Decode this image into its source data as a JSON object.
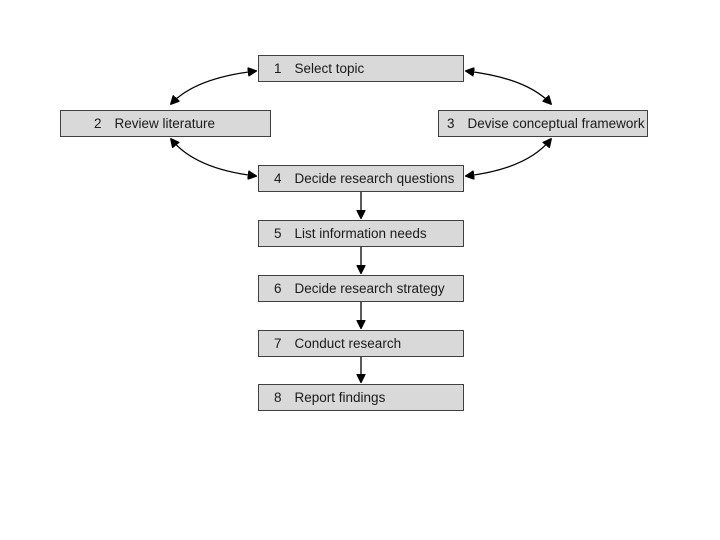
{
  "steps": [
    {
      "num": "1",
      "label": "Select topic"
    },
    {
      "num": "2",
      "label": "Review literature"
    },
    {
      "num": "3",
      "label": "Devise conceptual framework"
    },
    {
      "num": "4",
      "label": "Decide research questions"
    },
    {
      "num": "5",
      "label": "List information needs"
    },
    {
      "num": "6",
      "label": "Decide research strategy"
    },
    {
      "num": "7",
      "label": "Conduct research"
    },
    {
      "num": "8",
      "label": "Report findings"
    }
  ],
  "colors": {
    "box_fill": "#d9d9d9",
    "box_border": "#404040",
    "arrow": "#000000"
  }
}
